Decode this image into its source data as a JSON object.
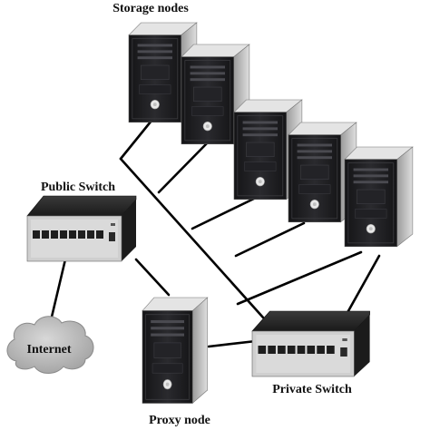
{
  "labels": {
    "storage": "Storage nodes",
    "public_switch": "Public Switch",
    "internet": "Internet",
    "private_switch": "Private Switch",
    "proxy": "Proxy node"
  },
  "colors": {
    "case_front": "#1c1c1e",
    "case_side": "#c9c9c9",
    "case_top": "#e6e6e6",
    "switch_body": "#2b2b2b",
    "cable": "#000000",
    "cloud": "#bcbcbc"
  },
  "icons": {
    "server": "tower-server-icon",
    "switch": "network-switch-icon",
    "cloud": "cloud-icon"
  }
}
